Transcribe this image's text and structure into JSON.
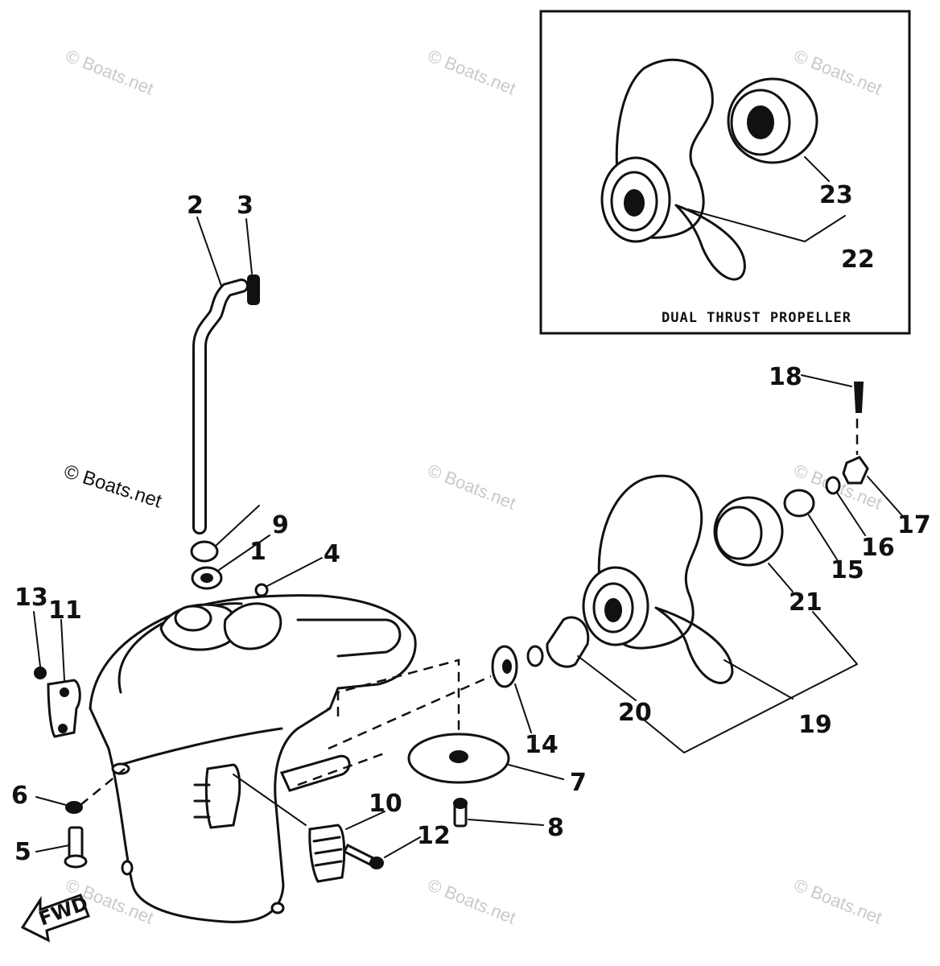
{
  "inset": {
    "caption": "DUAL THRUST PROPELLER"
  },
  "callouts": [
    {
      "id": "1",
      "label": "1"
    },
    {
      "id": "2",
      "label": "2"
    },
    {
      "id": "3",
      "label": "3"
    },
    {
      "id": "4",
      "label": "4"
    },
    {
      "id": "5",
      "label": "5"
    },
    {
      "id": "6",
      "label": "6"
    },
    {
      "id": "7",
      "label": "7"
    },
    {
      "id": "8",
      "label": "8"
    },
    {
      "id": "9",
      "label": "9"
    },
    {
      "id": "10",
      "label": "10"
    },
    {
      "id": "11",
      "label": "11"
    },
    {
      "id": "12",
      "label": "12"
    },
    {
      "id": "13",
      "label": "13"
    },
    {
      "id": "14",
      "label": "14"
    },
    {
      "id": "15",
      "label": "15"
    },
    {
      "id": "16",
      "label": "16"
    },
    {
      "id": "17",
      "label": "17"
    },
    {
      "id": "18",
      "label": "18"
    },
    {
      "id": "19",
      "label": "19"
    },
    {
      "id": "20",
      "label": "20"
    },
    {
      "id": "21",
      "label": "21"
    },
    {
      "id": "22",
      "label": "22"
    },
    {
      "id": "23",
      "label": "23"
    }
  ],
  "fwd_label": "FWD",
  "watermark": "© Boats.net",
  "colors": {
    "ink": "#111111",
    "watermark": "#c9c9c9",
    "background": "#ffffff"
  }
}
